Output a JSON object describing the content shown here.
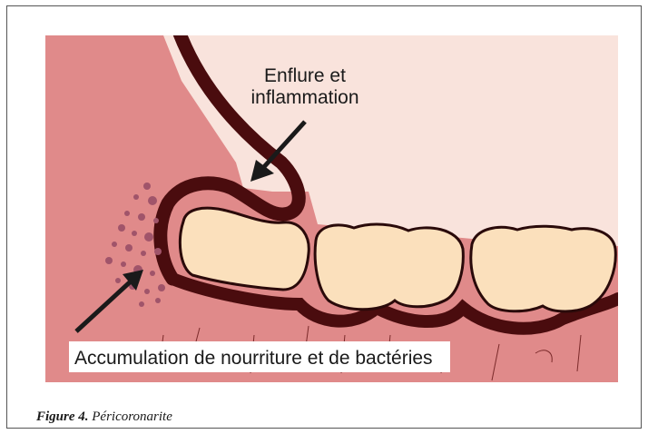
{
  "figure": {
    "labels": {
      "swelling_line1": "Enflure et",
      "swelling_line2": "inflammation",
      "accumulation": "Accumulation de nourriture et de bactéries"
    },
    "caption_number": "Figure 4.",
    "caption_title": "Péricoronarite"
  },
  "colors": {
    "gum": "#e08a8a",
    "background_pale": "#f9e3dc",
    "tooth": "#fbe0bc",
    "outline": "#4a0c0e",
    "bacteria": "#a0546a",
    "arrow": "#1a1a1a"
  }
}
